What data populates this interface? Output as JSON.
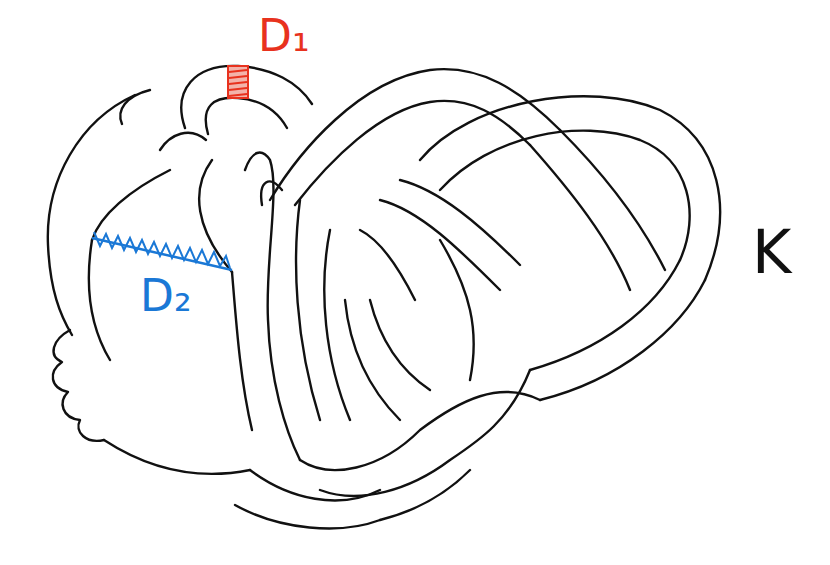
{
  "diagram": {
    "labels": [
      "D₁",
      "D₂",
      "K"
    ]
  }
}
